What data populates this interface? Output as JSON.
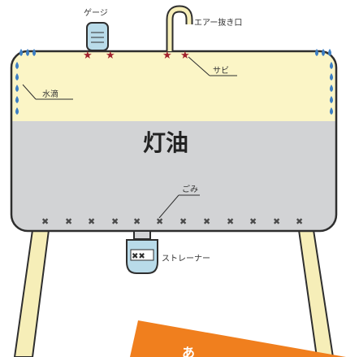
{
  "labels": {
    "gauge": "ゲージ",
    "air_vent": "エアー抜き口",
    "rust": "サビ",
    "water_drops": "水滴",
    "kerosene": "灯油",
    "dust": "ごみ",
    "strainer": "ストレーナー",
    "banner_char": "あ"
  },
  "colors": {
    "tank_top": "#fbf5c6",
    "tank_bottom": "#d2d3d5",
    "tank_outline": "#2e2e2e",
    "legs": "#f6eeb8",
    "gauge": "#b9dbe9",
    "water": "#3d7fc4",
    "rust": "#a0202c",
    "dust": "#4a4a4a",
    "banner": "#f07f1e"
  }
}
